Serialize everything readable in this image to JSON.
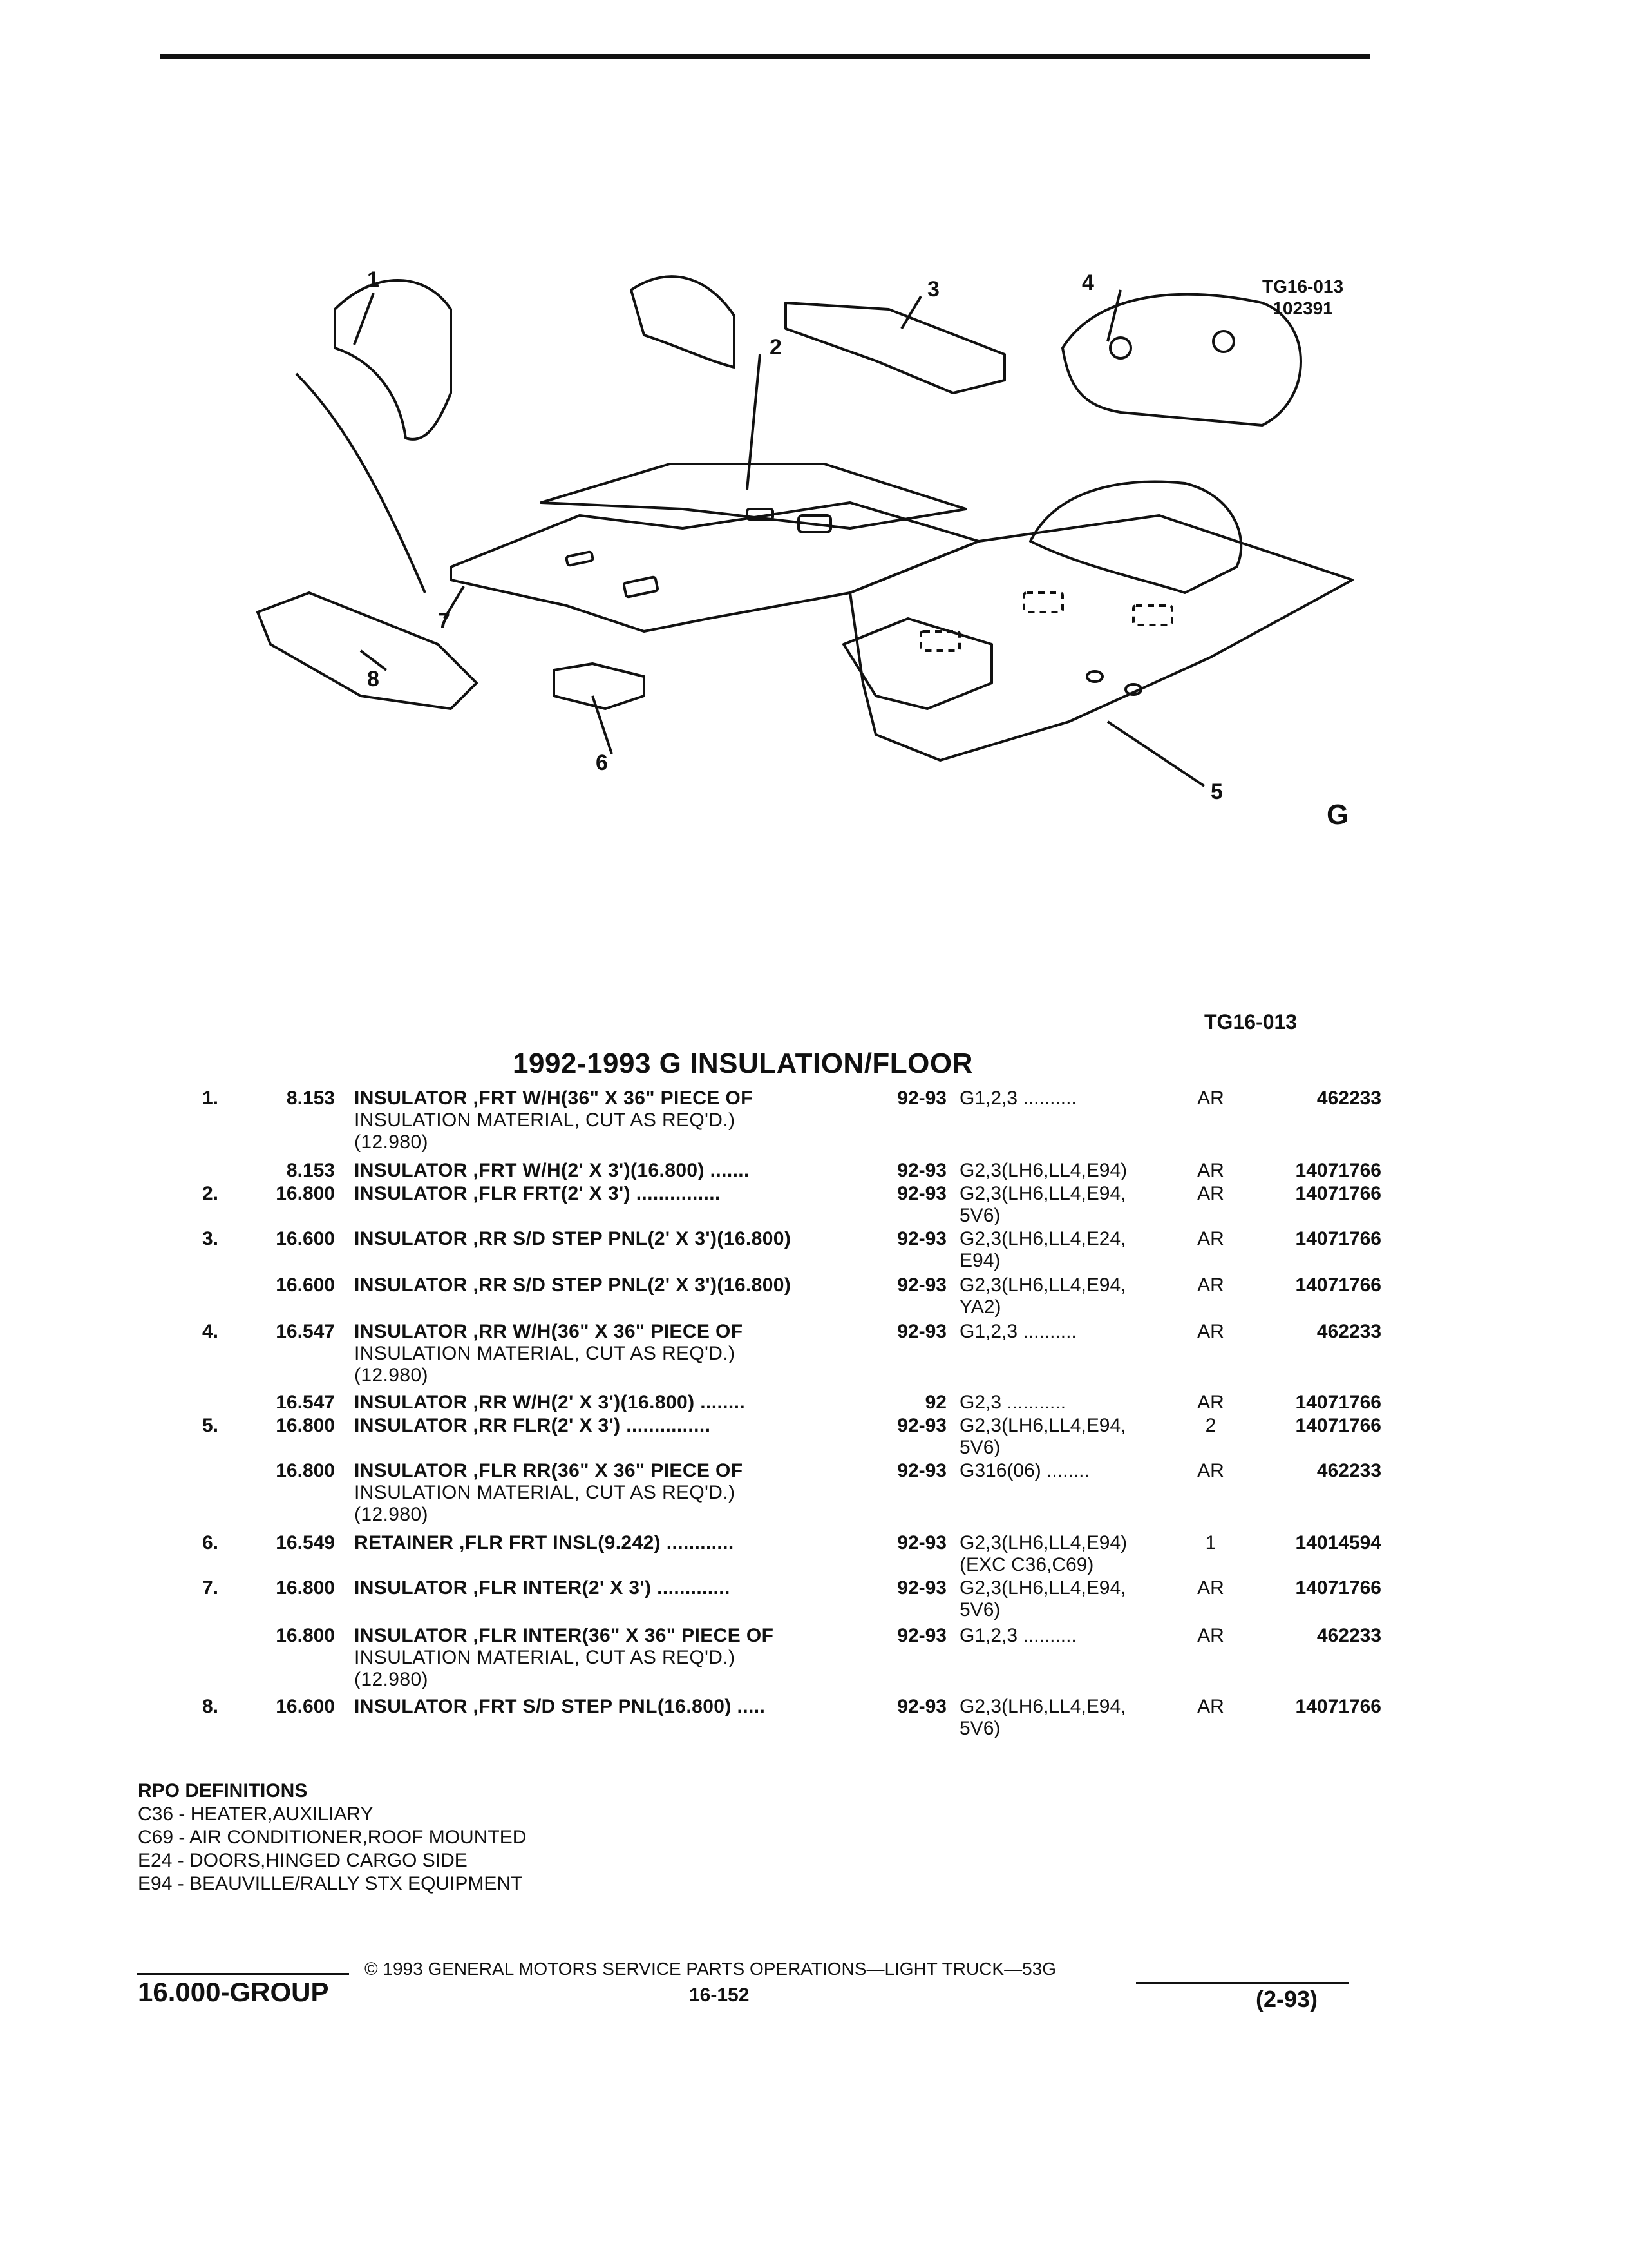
{
  "figure": {
    "id_line1": "TG16-013",
    "id_line2": "102391",
    "callouts": [
      "1",
      "2",
      "3",
      "4",
      "5",
      "6",
      "7",
      "8"
    ],
    "logo": "G"
  },
  "caption_id": "TG16-013",
  "title": "1992-1993 G INSULATION/FLOOR",
  "rows": [
    {
      "item": "1.",
      "group": "8.153",
      "desc": [
        "INSULATOR ,FRT W/H(36\" X 36\" PIECE OF",
        "INSULATION MATERIAL, CUT AS REQ'D.)",
        "(12.980)"
      ],
      "model": "92-93",
      "series": [
        "G1,2,3 .........."
      ],
      "qty": "AR",
      "part": "462233"
    },
    {
      "item": "",
      "group": "8.153",
      "desc": [
        "INSULATOR ,FRT W/H(2' X 3')(16.800) ......."
      ],
      "model": "92-93",
      "series": [
        "G2,3(LH6,LL4,E94)"
      ],
      "qty": "AR",
      "part": "14071766"
    },
    {
      "item": "2.",
      "group": "16.800",
      "desc": [
        "INSULATOR ,FLR FRT(2' X 3') ..............."
      ],
      "model": "92-93",
      "series": [
        "G2,3(LH6,LL4,E94,",
        "5V6)"
      ],
      "qty": "AR",
      "part": "14071766"
    },
    {
      "item": "3.",
      "group": "16.600",
      "desc": [
        "INSULATOR ,RR S/D STEP PNL(2' X 3')(16.800)"
      ],
      "model": "92-93",
      "series": [
        "G2,3(LH6,LL4,E24,",
        "E94)"
      ],
      "qty": "AR",
      "part": "14071766"
    },
    {
      "item": "",
      "group": "16.600",
      "desc": [
        "INSULATOR ,RR S/D STEP PNL(2' X 3')(16.800)"
      ],
      "model": "92-93",
      "series": [
        "G2,3(LH6,LL4,E94,",
        "YA2)"
      ],
      "qty": "AR",
      "part": "14071766"
    },
    {
      "item": "4.",
      "group": "16.547",
      "desc": [
        "INSULATOR ,RR W/H(36\" X 36\" PIECE OF",
        "INSULATION MATERIAL, CUT AS REQ'D.)",
        "(12.980)"
      ],
      "model": "92-93",
      "series": [
        "G1,2,3 .........."
      ],
      "qty": "AR",
      "part": "462233"
    },
    {
      "item": "",
      "group": "16.547",
      "desc": [
        "INSULATOR ,RR W/H(2' X 3')(16.800) ........"
      ],
      "model": "92",
      "series": [
        "G2,3 ..........."
      ],
      "qty": "AR",
      "part": "14071766"
    },
    {
      "item": "5.",
      "group": "16.800",
      "desc": [
        "INSULATOR ,RR FLR(2' X 3') ..............."
      ],
      "model": "92-93",
      "series": [
        "G2,3(LH6,LL4,E94,",
        "5V6)"
      ],
      "qty": "2",
      "part": "14071766"
    },
    {
      "item": "",
      "group": "16.800",
      "desc": [
        "INSULATOR ,FLR RR(36\" X 36\" PIECE OF",
        "INSULATION MATERIAL, CUT AS REQ'D.)",
        "(12.980)"
      ],
      "model": "92-93",
      "series": [
        "G316(06) ........"
      ],
      "qty": "AR",
      "part": "462233"
    },
    {
      "item": "6.",
      "group": "16.549",
      "desc": [
        "RETAINER ,FLR FRT INSL(9.242) ............"
      ],
      "model": "92-93",
      "series": [
        "G2,3(LH6,LL4,E94)",
        "(EXC C36,C69)"
      ],
      "qty": "1",
      "part": "14014594"
    },
    {
      "item": "7.",
      "group": "16.800",
      "desc": [
        "INSULATOR ,FLR INTER(2' X 3') ............."
      ],
      "model": "92-93",
      "series": [
        "G2,3(LH6,LL4,E94,",
        "5V6)"
      ],
      "qty": "AR",
      "part": "14071766"
    },
    {
      "item": "",
      "group": "16.800",
      "desc": [
        "INSULATOR ,FLR INTER(36\" X 36\" PIECE OF",
        "INSULATION MATERIAL, CUT AS REQ'D.)",
        "(12.980)"
      ],
      "model": "92-93",
      "series": [
        "G1,2,3 .........."
      ],
      "qty": "AR",
      "part": "462233"
    },
    {
      "item": "8.",
      "group": "16.600",
      "desc": [
        "INSULATOR ,FRT S/D STEP PNL(16.800) ....."
      ],
      "model": "92-93",
      "series": [
        "G2,3(LH6,LL4,E94,",
        "5V6)"
      ],
      "qty": "AR",
      "part": "14071766"
    }
  ],
  "rpo": {
    "heading": "RPO DEFINITIONS",
    "items": [
      "C36 - HEATER,AUXILIARY",
      "C69 - AIR CONDITIONER,ROOF MOUNTED",
      "E24 - DOORS,HINGED CARGO SIDE",
      "E94 - BEAUVILLE/RALLY STX EQUIPMENT"
    ]
  },
  "footer": {
    "copyright": "© 1993 GENERAL MOTORS SERVICE PARTS OPERATIONS—LIGHT TRUCK—53G",
    "group": "16.000-GROUP",
    "page": "16-152",
    "date": "(2-93)"
  }
}
